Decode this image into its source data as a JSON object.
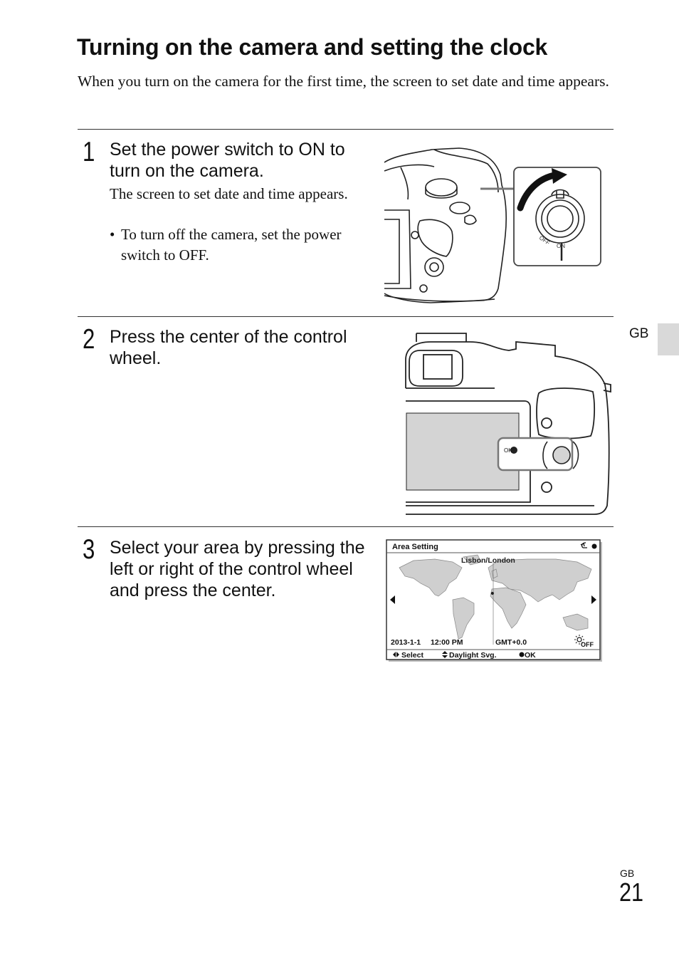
{
  "page": {
    "title": "Turning on the camera and setting the clock",
    "intro": "When you turn on the camera for the first time, the screen to set date and time appears.",
    "side_tab": "GB",
    "footer_lang": "GB",
    "page_number": "21"
  },
  "steps": [
    {
      "number": "1",
      "heading": "Set the power switch to ON to turn on the camera.",
      "body": "The screen to set date and time appears.",
      "bullets": [
        "To turn off the camera, set the power switch to OFF."
      ],
      "illustration": {
        "switch_off": "OFF",
        "switch_on": "ON"
      }
    },
    {
      "number": "2",
      "heading": "Press the center of the control wheel.",
      "illustration": {
        "ok_label": "OK"
      }
    },
    {
      "number": "3",
      "heading": "Select your area by pressing the left or right of the control wheel and press the center.",
      "screen": {
        "title": "Area Setting",
        "city": "Lisbon/London",
        "date": "2013-1-1",
        "time": "12:00 PM",
        "gmt": "GMT+0.0",
        "dst": "OFF",
        "hint_select": "Select",
        "hint_daylight": "Daylight Svg.",
        "hint_ok": "OK"
      }
    }
  ]
}
